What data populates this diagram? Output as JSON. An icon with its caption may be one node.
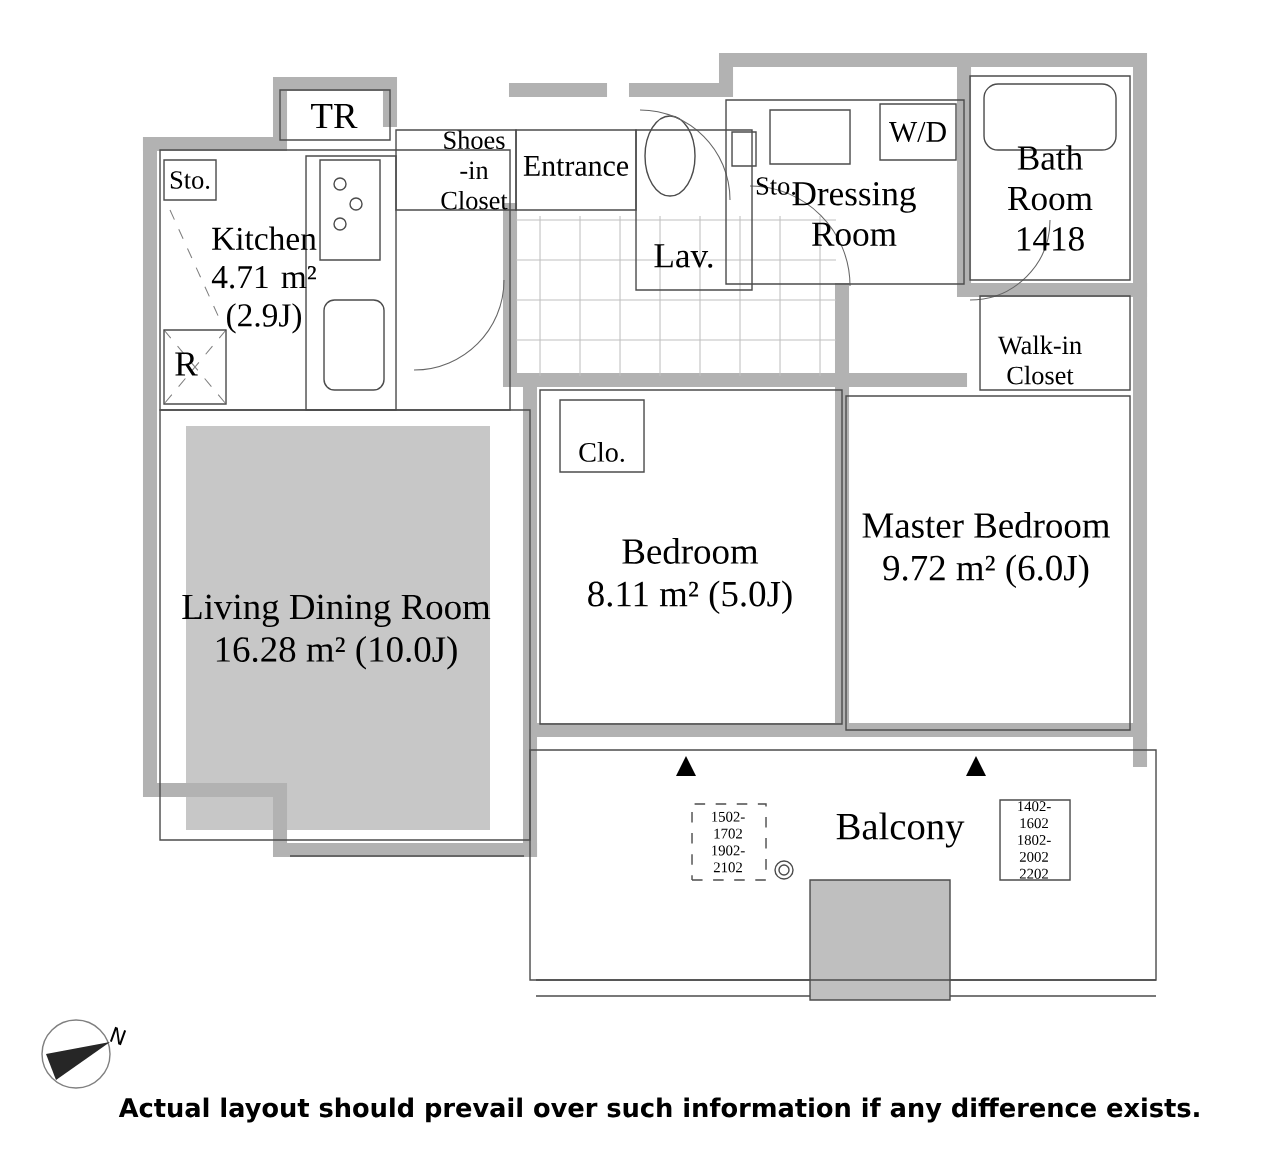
{
  "diagram": {
    "caption": "Actual layout should prevail over such information if any difference exists.",
    "nodes": [
      {
        "text": [
          "TR"
        ]
      },
      {
        "text": [
          "Kitchen",
          "4.71 m² (2.9J)"
        ]
      },
      {
        "text": [
          "Sto."
        ],
        "in": 1
      },
      {
        "text": [
          "R"
        ],
        "in": 1
      },
      {
        "text": [
          "Shoes -in Closet"
        ]
      },
      {
        "text": [
          "Entrance"
        ]
      },
      {
        "text": [
          "Lav."
        ]
      },
      {
        "text": [
          "Dressing Room"
        ]
      },
      {
        "text": [
          "Sto."
        ],
        "in": 7
      },
      {
        "text": [
          "W/D"
        ],
        "in": 7
      },
      {
        "text": [
          "Bath Room",
          "1418"
        ]
      },
      {
        "text": [
          "Walk-in Closet"
        ]
      },
      {
        "text": [
          "Living Dining Room",
          "16.28 m²  (10.0J)"
        ]
      },
      {
        "text": [
          "Bedroom",
          "8.11 m²  (5.0J)"
        ]
      },
      {
        "text": [
          "Clo."
        ],
        "in": 13
      },
      {
        "text": [
          "Master Bedroom",
          "9.72 m²  (6.0J)"
        ]
      },
      {
        "text": [
          "Balcony"
        ]
      },
      {
        "text": [
          "1502-1702 1902-2102"
        ],
        "in": 16
      },
      {
        "text": [
          "1402-1602 1802-2002 2202"
        ],
        "in": 16
      }
    ],
    "labels": [
      "N"
    ]
  }
}
